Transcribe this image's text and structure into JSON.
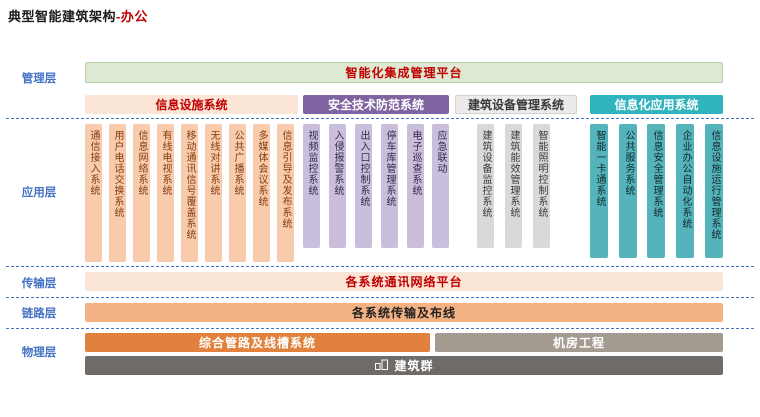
{
  "title": {
    "main": "典型智能建筑架构",
    "suffix": "-办公"
  },
  "layer_labels": {
    "management": "管理层",
    "application": "应用层",
    "transmission": "传输层",
    "link": "链路层",
    "physical": "物理层"
  },
  "platform": {
    "label": "智能化集成管理平台"
  },
  "groups": [
    {
      "name": "信息设施系统",
      "columns": [
        "通信接入系统",
        "用户电话交换系统",
        "信息网络系统",
        "有线电视系统",
        "移动通讯信号覆盖系统",
        "无线对讲系统",
        "公共广播系统",
        "多媒体会议系统",
        "信息引导及发布系统"
      ]
    },
    {
      "name": "安全技术防范系统",
      "columns": [
        "视频监控系统",
        "入侵报警系统",
        "出入口控制系统",
        "停车库管理系统",
        "电子巡查系统",
        "应急联动"
      ]
    },
    {
      "name": "建筑设备管理系统",
      "columns": [
        "建筑设备监控系统",
        "建筑能效管理系统",
        "智能照明控制系统"
      ]
    },
    {
      "name": "信息化应用系统",
      "columns": [
        "智能一卡通系统",
        "公共服务系统",
        "信息安全管理系统",
        "企业办公自动化系统",
        "信息设施运行管理系统"
      ]
    }
  ],
  "transmission_bar": {
    "label": "各系统通讯网络平台"
  },
  "link_bar": {
    "label": "各系统传输及布线"
  },
  "physical_bars": {
    "pipeline": "综合管路及线槽系统",
    "machine_room": "机房工程",
    "building_group": "建筑群"
  },
  "colors": {
    "accent_red": "#c00000",
    "layer_blue": "#4472c4",
    "platform_green": "#dde9d2",
    "peach": "#fbe5d6",
    "orange_column": "#f8cbad",
    "purple_header": "#8064a2",
    "purple_column": "#c9bedb",
    "grey_column": "#d9d9d9",
    "teal_header": "#2fb3bd",
    "teal_column": "#55b4bb",
    "link_orange": "#f4b183",
    "pipeline_orange": "#e0823d",
    "machine_room_grey": "#a39b90",
    "building_dark": "#6f6b68"
  }
}
